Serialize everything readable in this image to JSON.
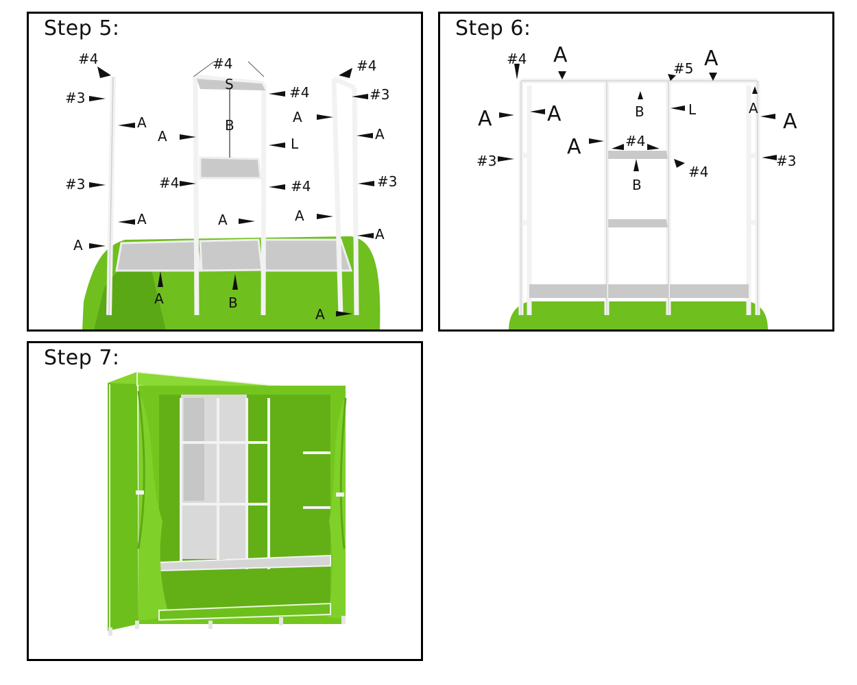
{
  "steps": [
    {
      "title": "Step 5:"
    },
    {
      "title": "Step 6:"
    },
    {
      "title": "Step 7:"
    }
  ],
  "part_labels": {
    "a": "A",
    "b": "B",
    "l": "L",
    "s": "S",
    "p3": "#3",
    "p4": "#4",
    "p5": "#5"
  },
  "colors": {
    "cover_green": "#7ed321",
    "frame_white": "#f4f4f4",
    "shelf_gray": "#bdbdbd",
    "border": "#000000"
  }
}
